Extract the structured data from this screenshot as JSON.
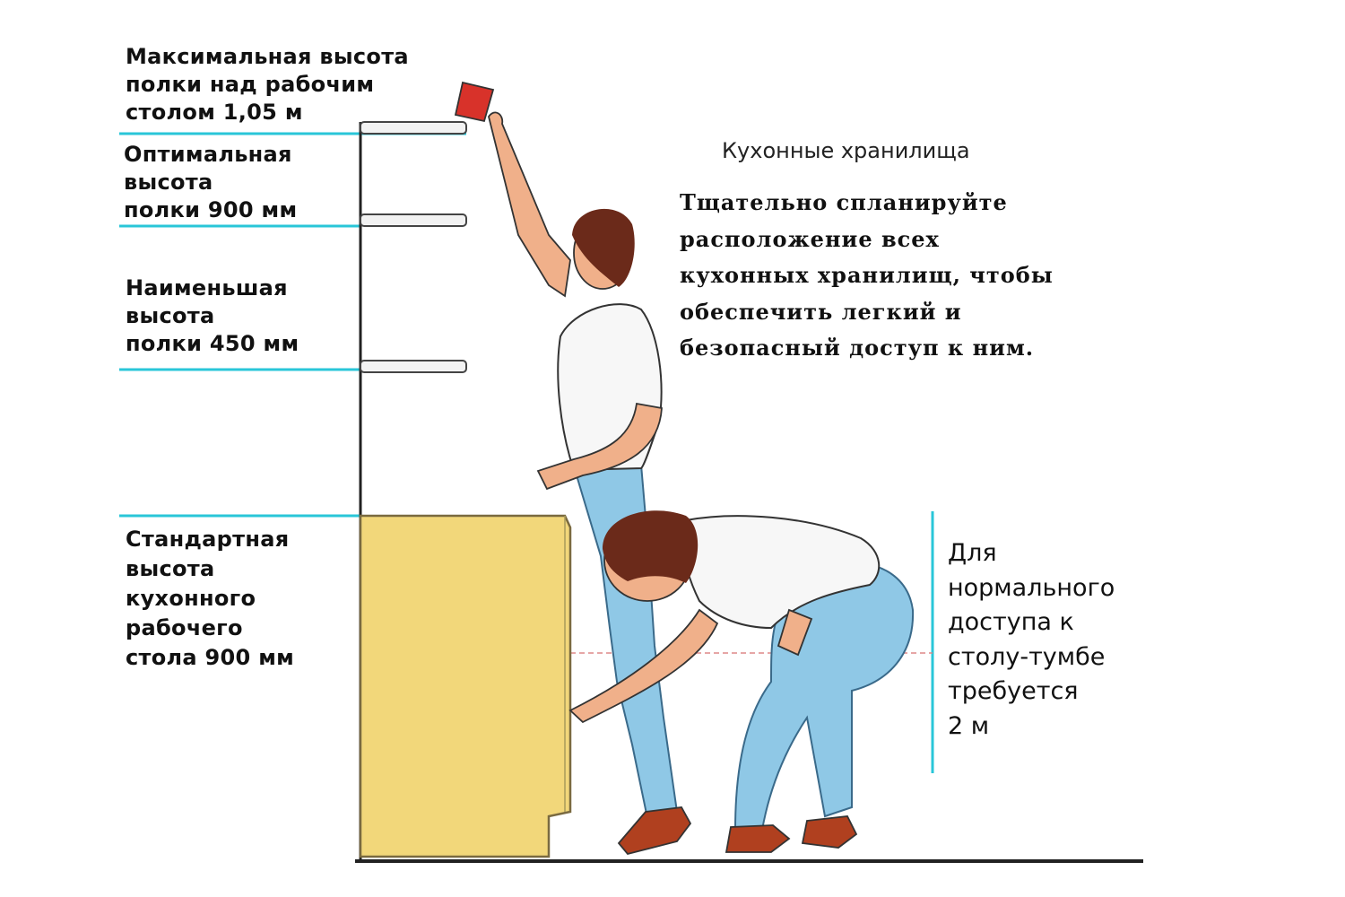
{
  "labels": {
    "max_shelf": "Максимальная высота\nполки над рабочим\nстолом 1,05 м",
    "optimal_shelf": "Оптимальная\nвысота\nполки 900 мм",
    "min_shelf": "Наименьшая\nвысота\nполки 450 мм",
    "standard_counter": "Стандартная\nвысота\nкухонного\nрабочего\nстола 900 мм"
  },
  "title": "Кухонные хранилища",
  "description": "Тщательно спланируйте\nрасположение всех\nкухонных хранилищ, чтобы\nобеспечить легкий и\nбезопасный доступ к ним.",
  "access_note": "Для\nнормального\nдоступа к\nстолу-тумбе\nтребуется\n2 м",
  "colors": {
    "guide_line": "#29c6d8",
    "cabinet": "#f2d77a",
    "jeans": "#8fc8e6",
    "hair": "#6b2a1a",
    "skin": "#f0b08a",
    "shirt": "#f7f7f7",
    "shoes": "#b0401f",
    "cup": "#d8322a"
  }
}
